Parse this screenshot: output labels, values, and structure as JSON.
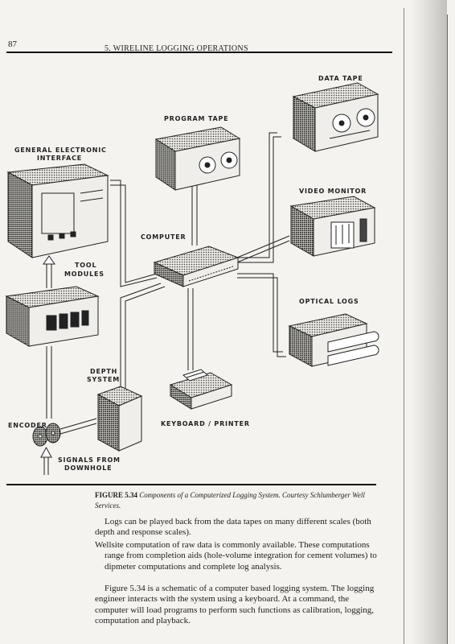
{
  "header": {
    "page_number": "87",
    "running_head": "5. WIRELINE LOGGING OPERATIONS"
  },
  "diagram": {
    "labels": {
      "data_tape": "DATA TAPE",
      "program_tape": "PROGRAM TAPE",
      "general_electronic_1": "GENERAL ELECTRONIC",
      "general_electronic_2": "INTERFACE",
      "video_monitor": "VIDEO MONITOR",
      "computer": "COMPUTER",
      "tool_modules_1": "TOOL",
      "tool_modules_2": "MODULES",
      "optical_logs": "OPTICAL LOGS",
      "depth_system_1": "DEPTH",
      "depth_system_2": "SYSTEM",
      "encoder": "ENCODER",
      "keyboard_printer": "KEYBOARD / PRINTER",
      "signals_1": "SIGNALS FROM",
      "signals_2": "DOWNHOLE"
    }
  },
  "figure": {
    "caption_number": "FIGURE 5.34",
    "caption_text": "Components of a Computerized Logging System. Courtesy Schlumberger Well Services."
  },
  "body": {
    "p1": "Logs can be played back from the data tapes on many different scales (both depth and response scales).",
    "p2": "Wellsite computation of raw data is commonly available. These computations range from completion aids (hole-volume integration for cement volumes) to dipmeter computations and complete log analysis.",
    "p3": "Figure 5.34 is a schematic of a computer based logging system. The logging engineer interacts with the system using a keyboard. At a command, the computer will load programs to perform such functions as calibration, logging, computation and playback."
  }
}
